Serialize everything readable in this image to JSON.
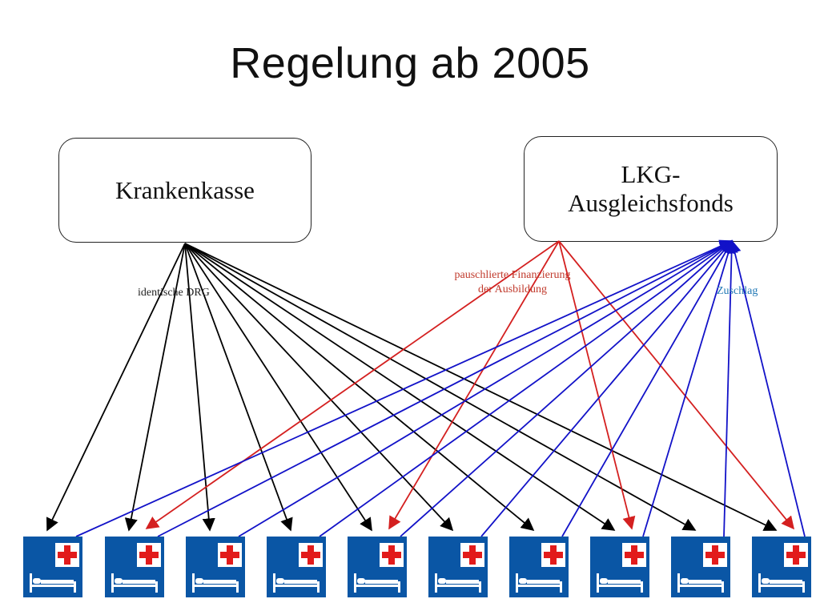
{
  "title": "Regelung ab 2005",
  "nodes": {
    "krankenkasse": "Krankenkasse",
    "lkg": "LKG-\nAusgleichsfonds"
  },
  "labels": {
    "identische_drg": "identische DRG",
    "pauschlierte": "pauschlierte Finanzierung\nder Ausbildung",
    "zuschlag": "Zuschlag"
  },
  "colors": {
    "black_edges": "#000000",
    "red_edges": "#d42020",
    "blue_edges": "#1212c8",
    "hospital_bg": "#0a56a5",
    "cross": "#e21b1b"
  },
  "icons": [
    "hospital-bed-icon",
    "red-cross-icon"
  ],
  "hospital_count": 10
}
